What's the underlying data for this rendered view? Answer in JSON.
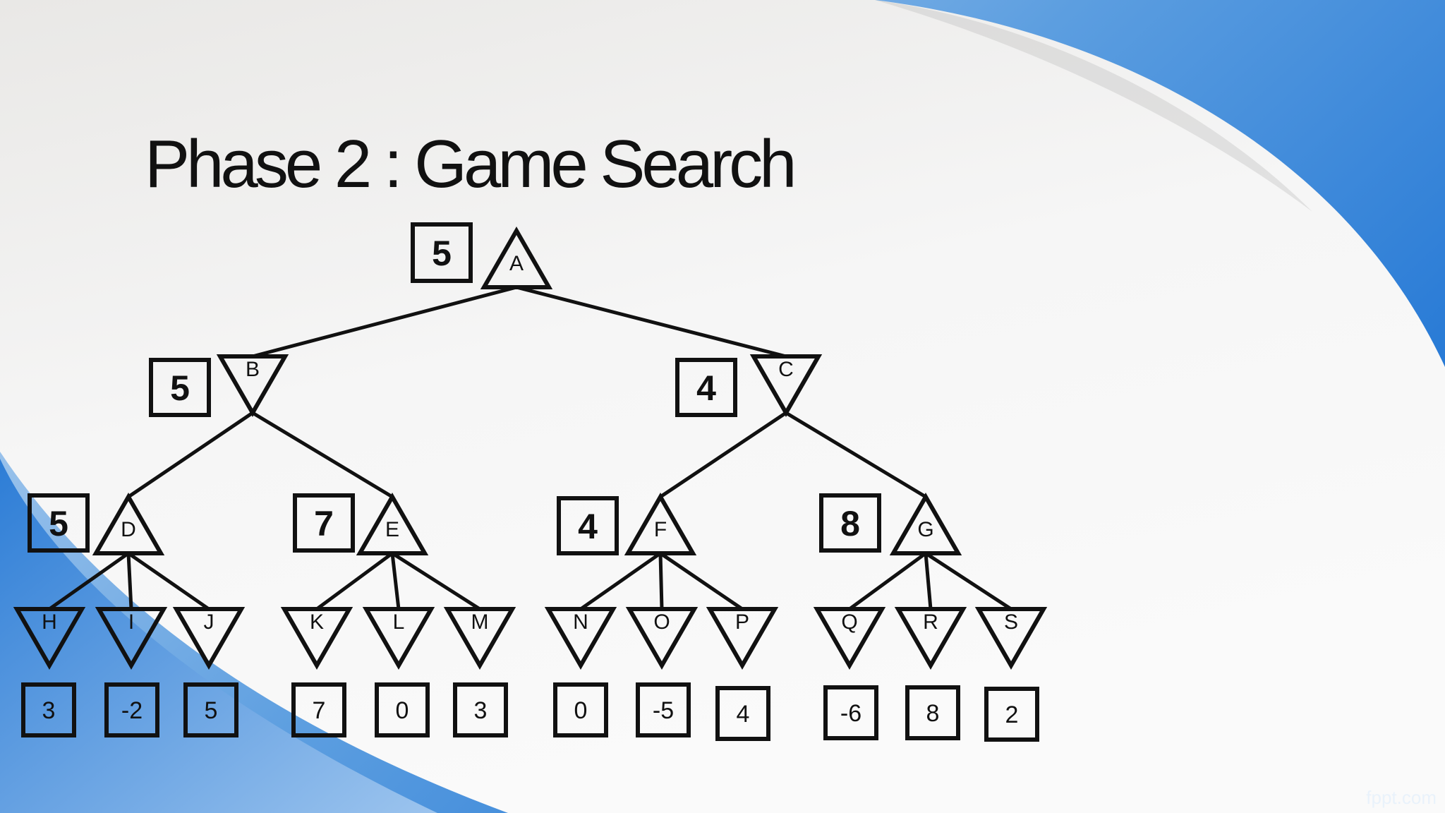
{
  "slide": {
    "title": "Phase 2 : Game Search",
    "watermark": "fppt.com"
  },
  "tree": {
    "nodes": [
      {
        "id": "A",
        "label": "A",
        "shape": "max",
        "value": "5",
        "parent": null
      },
      {
        "id": "B",
        "label": "B",
        "shape": "min",
        "value": "5",
        "parent": "A"
      },
      {
        "id": "C",
        "label": "C",
        "shape": "min",
        "value": "4",
        "parent": "A"
      },
      {
        "id": "D",
        "label": "D",
        "shape": "max",
        "value": "5",
        "parent": "B"
      },
      {
        "id": "E",
        "label": "E",
        "shape": "max",
        "value": "7",
        "parent": "B"
      },
      {
        "id": "F",
        "label": "F",
        "shape": "max",
        "value": "4",
        "parent": "C"
      },
      {
        "id": "G",
        "label": "G",
        "shape": "max",
        "value": "8",
        "parent": "C"
      },
      {
        "id": "H",
        "label": "H",
        "shape": "min",
        "value": "3",
        "parent": "D"
      },
      {
        "id": "I",
        "label": "I",
        "shape": "min",
        "value": "-2",
        "parent": "D"
      },
      {
        "id": "J",
        "label": "J",
        "shape": "min",
        "value": "5",
        "parent": "D"
      },
      {
        "id": "K",
        "label": "K",
        "shape": "min",
        "value": "7",
        "parent": "E"
      },
      {
        "id": "L",
        "label": "L",
        "shape": "min",
        "value": "0",
        "parent": "E"
      },
      {
        "id": "M",
        "label": "M",
        "shape": "min",
        "value": "3",
        "parent": "E"
      },
      {
        "id": "N",
        "label": "N",
        "shape": "min",
        "value": "0",
        "parent": "F"
      },
      {
        "id": "O",
        "label": "O",
        "shape": "min",
        "value": "-5",
        "parent": "F"
      },
      {
        "id": "P",
        "label": "P",
        "shape": "min",
        "value": "4",
        "parent": "F"
      },
      {
        "id": "Q",
        "label": "Q",
        "shape": "min",
        "value": "-6",
        "parent": "G"
      },
      {
        "id": "R",
        "label": "R",
        "shape": "min",
        "value": "8",
        "parent": "G"
      },
      {
        "id": "S",
        "label": "S",
        "shape": "min",
        "value": "2",
        "parent": "G"
      }
    ]
  }
}
